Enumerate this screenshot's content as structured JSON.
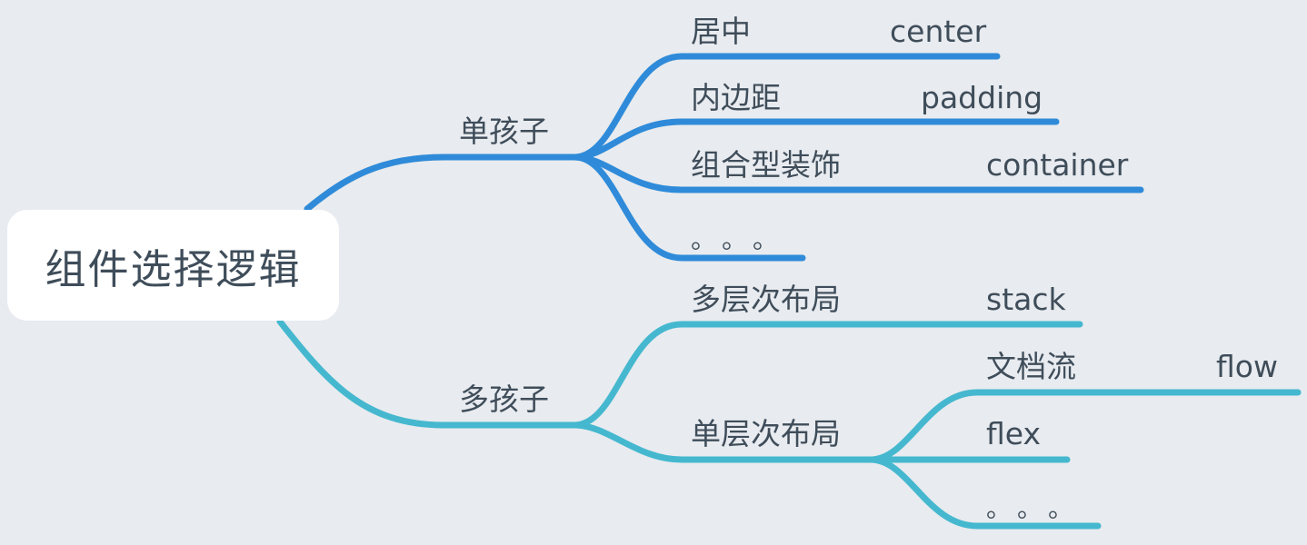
{
  "root": {
    "label": "组件选择逻辑"
  },
  "colors": {
    "background": "#e8ebef",
    "single_child_branch": "#2f8bd9",
    "multi_child_branch": "#45b8cf",
    "text": "#3f4d5a"
  },
  "single_child": {
    "label": "单孩子",
    "items": [
      {
        "label": "居中",
        "child": "center"
      },
      {
        "label": "内边距",
        "child": "padding"
      },
      {
        "label": "组合型装饰",
        "child": "container"
      },
      {
        "label": "。。。"
      }
    ]
  },
  "multi_child": {
    "label": "多孩子",
    "items": [
      {
        "label": "多层次布局",
        "child": "stack"
      },
      {
        "label": "单层次布局",
        "children": [
          {
            "label": "文档流",
            "child": "flow"
          },
          {
            "label": "flex"
          },
          {
            "label": "。。。"
          }
        ]
      }
    ]
  }
}
